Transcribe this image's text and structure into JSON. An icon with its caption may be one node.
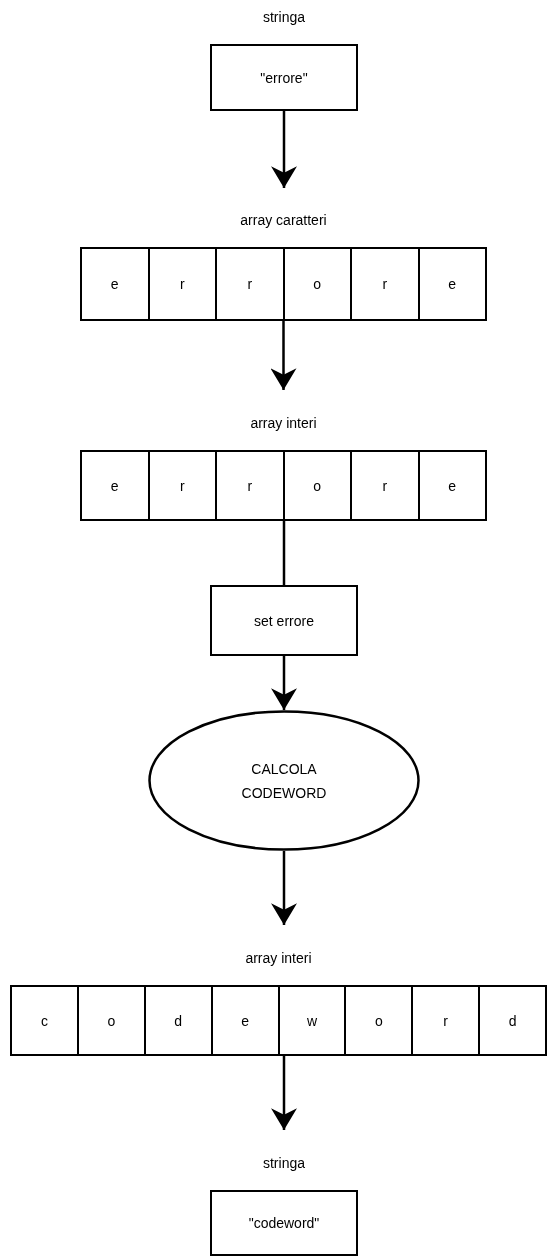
{
  "diagram": {
    "nodes": [
      {
        "text": [
          "stringa",
          "\"errore\""
        ]
      },
      {
        "text": [
          "array caratteri"
        ]
      },
      {
        "text": [
          "e"
        ],
        "in": 1
      },
      {
        "text": [
          "r"
        ],
        "in": 1
      },
      {
        "text": [
          "r"
        ],
        "in": 1
      },
      {
        "text": [
          "o"
        ],
        "in": 1
      },
      {
        "text": [
          "r"
        ],
        "in": 1
      },
      {
        "text": [
          "e"
        ],
        "in": 1
      },
      {
        "text": [
          "array interi"
        ]
      },
      {
        "text": [
          "e"
        ],
        "in": 8
      },
      {
        "text": [
          "r"
        ],
        "in": 8
      },
      {
        "text": [
          "r"
        ],
        "in": 8
      },
      {
        "text": [
          "o"
        ],
        "in": 8
      },
      {
        "text": [
          "r"
        ],
        "in": 8
      },
      {
        "text": [
          "e"
        ],
        "in": 8
      },
      {
        "text": [
          "set errore"
        ]
      },
      {
        "text": [
          "CALCOLA CODEWORD"
        ]
      },
      {
        "text": [
          "array interi"
        ]
      },
      {
        "text": [
          "c"
        ],
        "in": 17
      },
      {
        "text": [
          "o"
        ],
        "in": 17
      },
      {
        "text": [
          "d"
        ],
        "in": 17
      },
      {
        "text": [
          "e"
        ],
        "in": 17
      },
      {
        "text": [
          "w"
        ],
        "in": 17
      },
      {
        "text": [
          "o"
        ],
        "in": 17
      },
      {
        "text": [
          "r"
        ],
        "in": 17
      },
      {
        "text": [
          "d"
        ],
        "in": 17
      },
      {
        "text": [
          "stringa",
          "\"codeword\""
        ]
      }
    ],
    "edges": [
      {
        "from": 0,
        "to": 1,
        "arrow": "to"
      },
      {
        "from": 1,
        "to": 8,
        "arrow": "to"
      },
      {
        "from": 8,
        "to": 15,
        "arrow": "none"
      },
      {
        "from": 15,
        "to": 16,
        "arrow": "to"
      },
      {
        "from": 16,
        "to": 17,
        "arrow": "to"
      },
      {
        "from": 17,
        "to": 26,
        "arrow": "to"
      }
    ]
  }
}
